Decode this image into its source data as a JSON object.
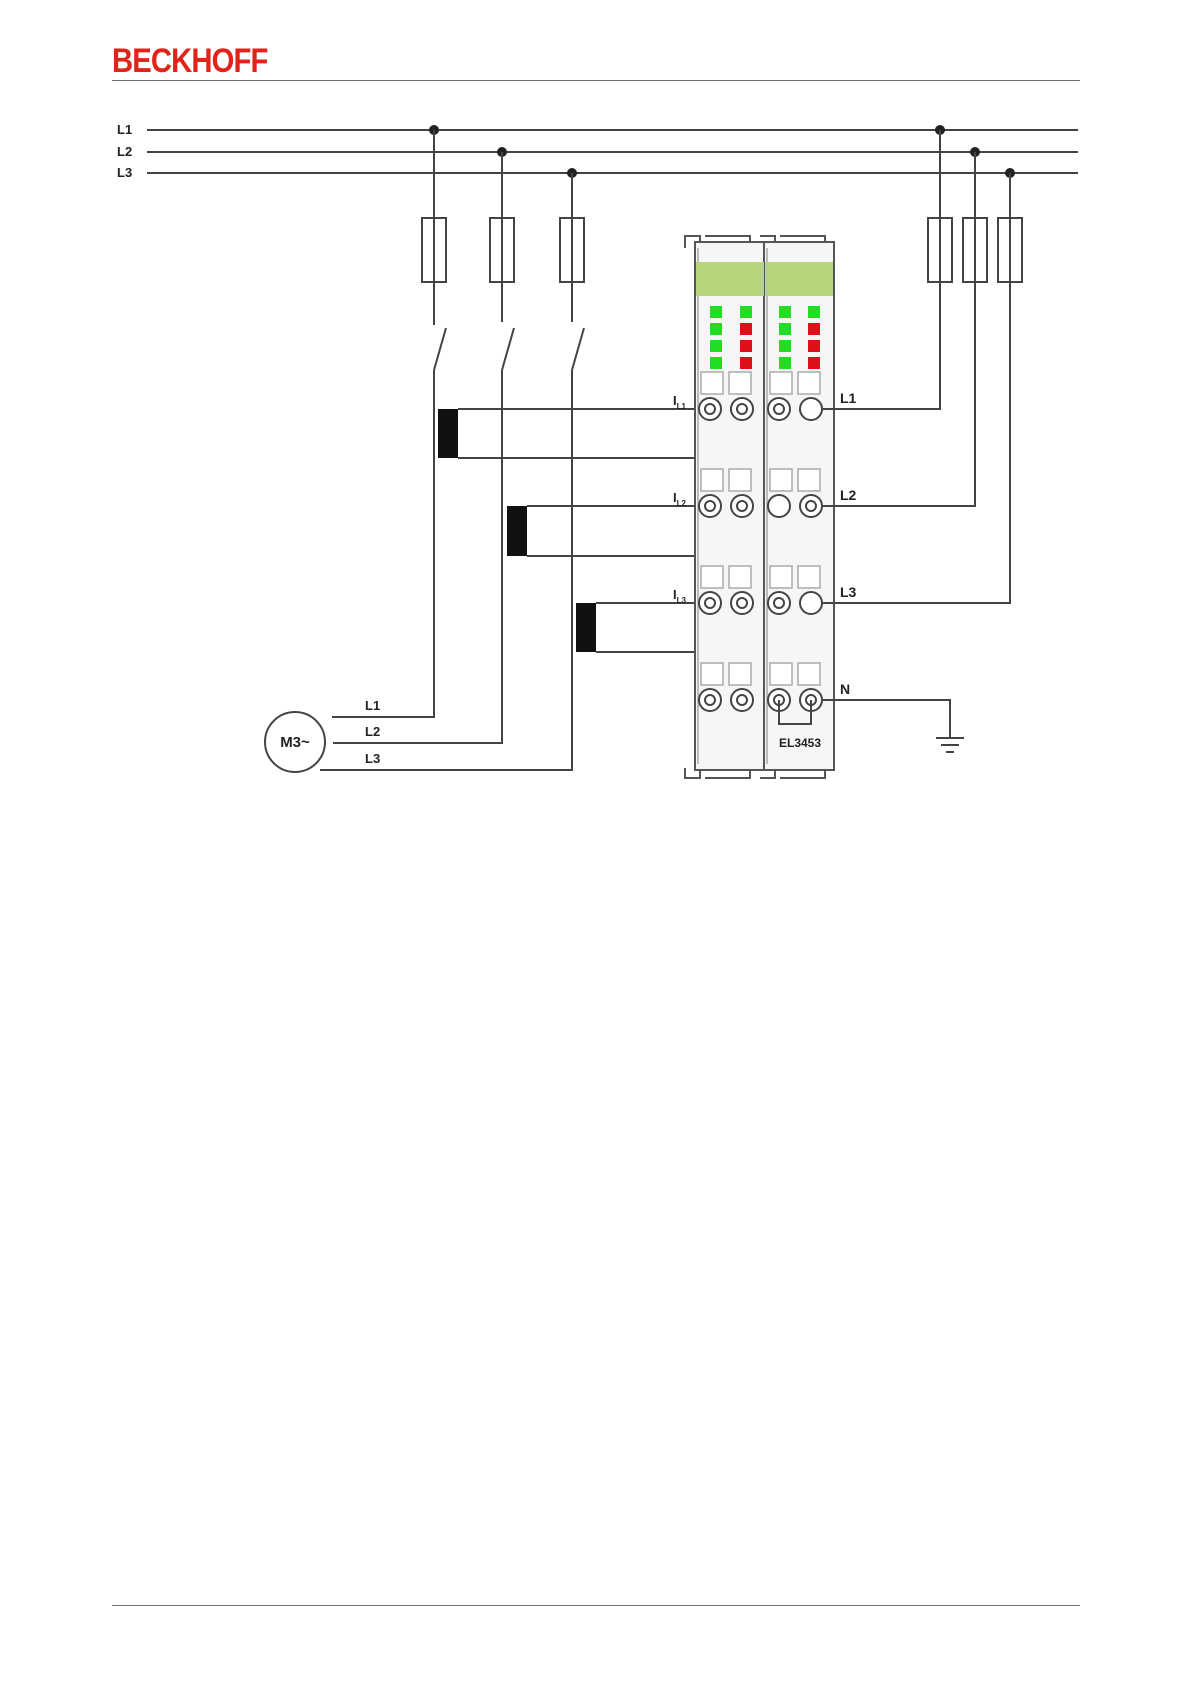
{
  "header": {
    "brand": "BECKHOFF"
  },
  "diagram": {
    "bus_labels": [
      "L1",
      "L2",
      "L3"
    ],
    "current_labels": [
      {
        "main": "I",
        "sub": "L1"
      },
      {
        "main": "I",
        "sub": "L2"
      },
      {
        "main": "I",
        "sub": "L3"
      }
    ],
    "voltage_labels": [
      "L1",
      "L2",
      "L3"
    ],
    "neutral_label": "N",
    "motor_label": "M3~",
    "motor_wire_labels": [
      "L1",
      "L2",
      "L3"
    ],
    "terminal_name": "EL3453",
    "colors": {
      "led_green": "#22dd22",
      "led_red": "#e0101a",
      "terminal_head": "#b5d67a",
      "brand": "#e2231a"
    }
  }
}
